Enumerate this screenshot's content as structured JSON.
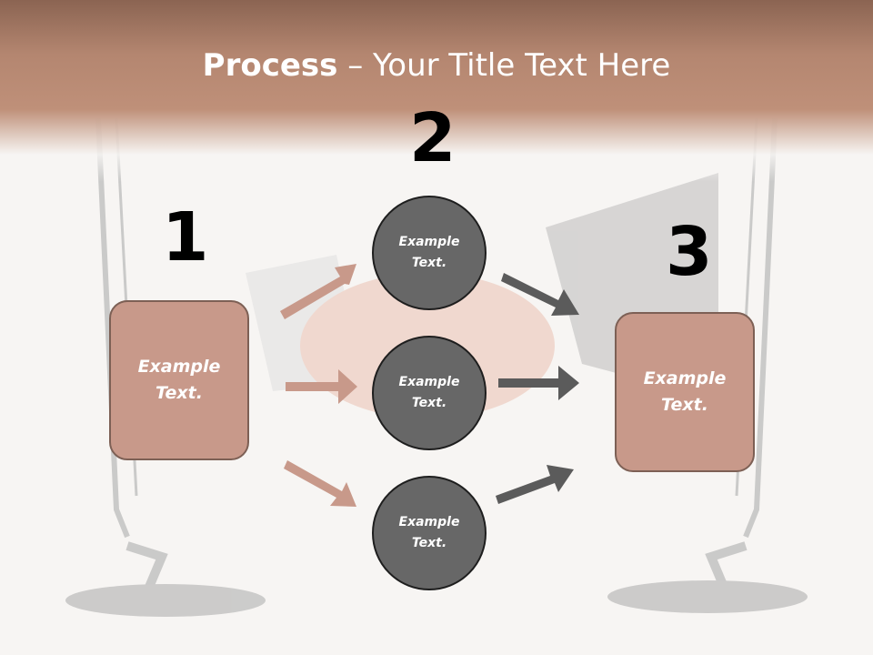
{
  "title": {
    "bold": "Process",
    "separator": " – ",
    "rest": "Your Title Text Here"
  },
  "steps": {
    "one": "1",
    "two": "2",
    "three": "3"
  },
  "left_box": {
    "line1": "Example",
    "line2": "Text."
  },
  "right_box": {
    "line1": "Example",
    "line2": "Text."
  },
  "circles": [
    {
      "line1": "Example",
      "line2": "Text."
    },
    {
      "line1": "Example",
      "line2": "Text."
    },
    {
      "line1": "Example",
      "line2": "Text."
    }
  ],
  "colors": {
    "header": "#b48670",
    "box_fill": "#c8998a",
    "box_border": "#7d6055",
    "circle_fill": "#676767",
    "arrow_salmon": "#c8998a",
    "arrow_gray": "#5b5b5b"
  }
}
